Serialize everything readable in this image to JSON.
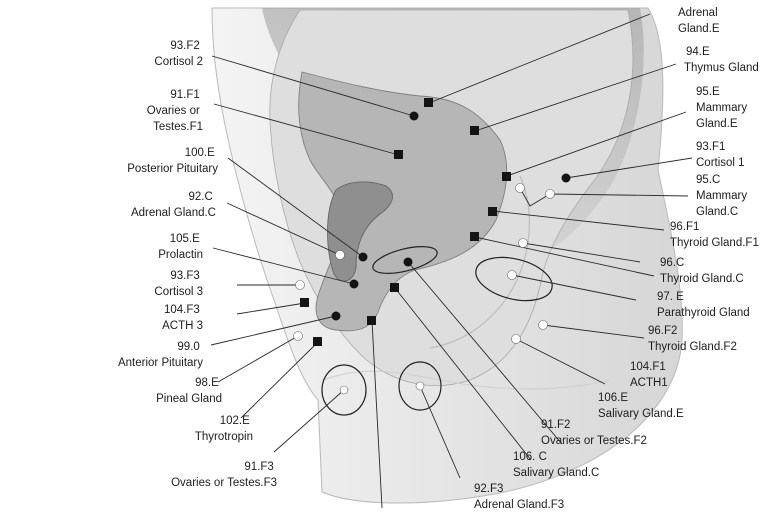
{
  "labels": {
    "adrenal_e": [
      "Adrenal",
      "Gland.E"
    ],
    "f93_f2": [
      "93.F2",
      "Cortisol 2"
    ],
    "f94_e": [
      "94.E",
      "Thymus Gland"
    ],
    "f91_f1": [
      "91.F1",
      "Ovaries or",
      "Testes.F1"
    ],
    "f95_e": [
      "95.E",
      "Mammary",
      "Gland.E"
    ],
    "f100_e": [
      "100.E",
      "Posterior Pituitary"
    ],
    "f93_f1": [
      "93.F1",
      "Cortisol 1"
    ],
    "f92_c": [
      "92.C",
      "Adrenal Gland.C"
    ],
    "f95_c": [
      "95.C",
      "Mammary",
      "Gland.C"
    ],
    "f96_f1": [
      "96.F1",
      "Thyroid Gland.F1"
    ],
    "f105_e": [
      "105.E",
      "Prolactin"
    ],
    "f96_c": [
      "96.C",
      "Thyroid Gland.C"
    ],
    "f93_f3": [
      "93.F3",
      "Cortisol 3"
    ],
    "f97_e": [
      "97. E",
      "Parathyroid Gland"
    ],
    "f104_f3": [
      "104.F3",
      "ACTH 3"
    ],
    "f96_f2": [
      "96.F2",
      "Thyroid Gland.F2"
    ],
    "f99_0": [
      "99.0",
      "Anterior Pituitary"
    ],
    "f104_f1": [
      "104.F1",
      "ACTH1"
    ],
    "f98_e": [
      "98.E",
      "Pineal Gland"
    ],
    "f106_e": [
      "106.E",
      "Salivary Gland.E"
    ],
    "f102_e": [
      "102.E",
      "Thyrotropin"
    ],
    "f91_f2": [
      "91.F2",
      "Ovaries or Testes.F2"
    ],
    "f106_c": [
      "106. C",
      "Salivary Gland.C"
    ],
    "f91_f3": [
      "91.F3",
      "Ovaries or Testes.F3"
    ],
    "f92_f3": [
      "92.F3",
      "Adrenal Gland.F3"
    ]
  },
  "colors": {
    "outer_ear": "#e9e9e9",
    "inner_ear": "#c4c4c4",
    "concha": "#a3a3a3",
    "canal": "#8f8f8f",
    "marker": "#141414",
    "open_marker": "#ffffff"
  }
}
